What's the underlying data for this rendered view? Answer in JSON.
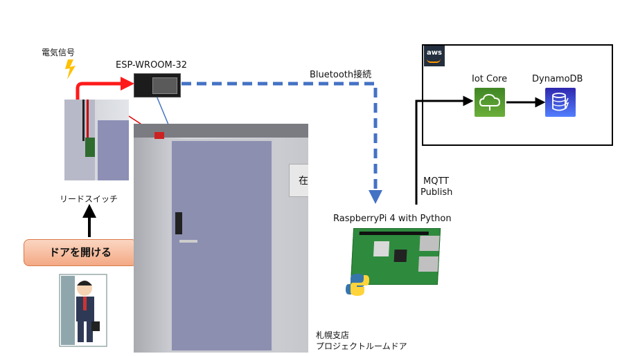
{
  "labels": {
    "signal": "電気信号",
    "esp": "ESP-WROOM-32",
    "bluetooth": "Bluetooth接続",
    "reed_switch": "リードスイッチ",
    "open_door": "ドアを開ける",
    "iot_core": "Iot Core",
    "dynamodb": "DynamoDB",
    "mqtt": "MQTT",
    "publish": "Publish",
    "rpi": "RaspberryPi 4 with Python",
    "location_1": "札幌支店",
    "location_2": "プロジェクトルームドア",
    "aws_logo": "aws",
    "door_sign": "在"
  },
  "colors": {
    "bluetooth_line": "#4472c4",
    "red_arrow": "#ff1a1a",
    "callout_fill": "#f7b99a",
    "iot_core_icon": "#3f8624",
    "dynamodb_icon": "#3b48cc"
  },
  "icons": [
    "lightning-icon",
    "aws-logo-icon",
    "iot-core-icon",
    "dynamodb-icon",
    "python-icon",
    "person-icon"
  ]
}
